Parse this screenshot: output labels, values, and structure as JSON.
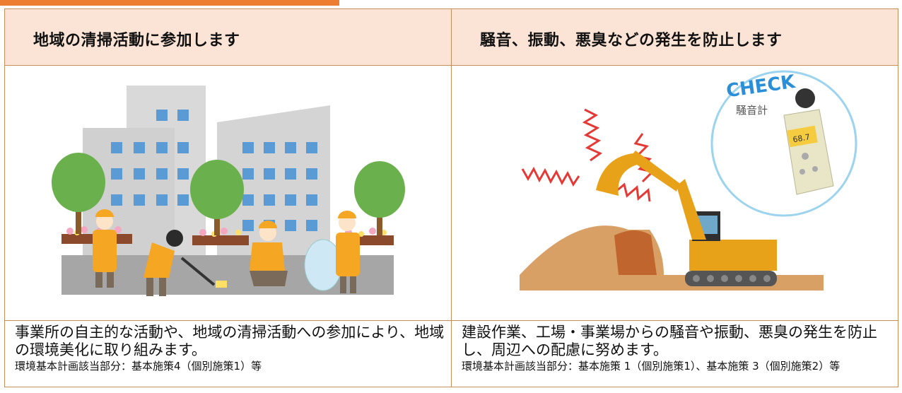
{
  "columns": [
    {
      "header": "地域の清掃活動に参加します",
      "description": "事業所の自主的な活動や、地域の清掃活動への参加により、地域の環境美化に取り組みます。",
      "note": "環境基本計画該当部分：基本施策4（個別施策1）等",
      "illustration": "community-cleanup-illustration"
    },
    {
      "header": "騒音、振動、悪臭などの発生を防止します",
      "description": "建設作業、工場・事業場からの騒音や振動、悪臭の発生を防止し、周辺への配慮に努めます。",
      "note": "環境基本計画該当部分：基本施策 1（個別施策1）、基本施策 3（個別施策2）等",
      "illustration": "excavator-noise-meter-illustration",
      "check_label": "CHECK",
      "meter_label": "騒音計",
      "meter_reading": "68.7"
    }
  ],
  "colors": {
    "accent": "#ed7d31",
    "header_bg": "#fbe4d5",
    "border": "#c58f5c",
    "worker": "#f5a623",
    "excavator": "#e8a21a",
    "dirt": "#d9a066"
  }
}
